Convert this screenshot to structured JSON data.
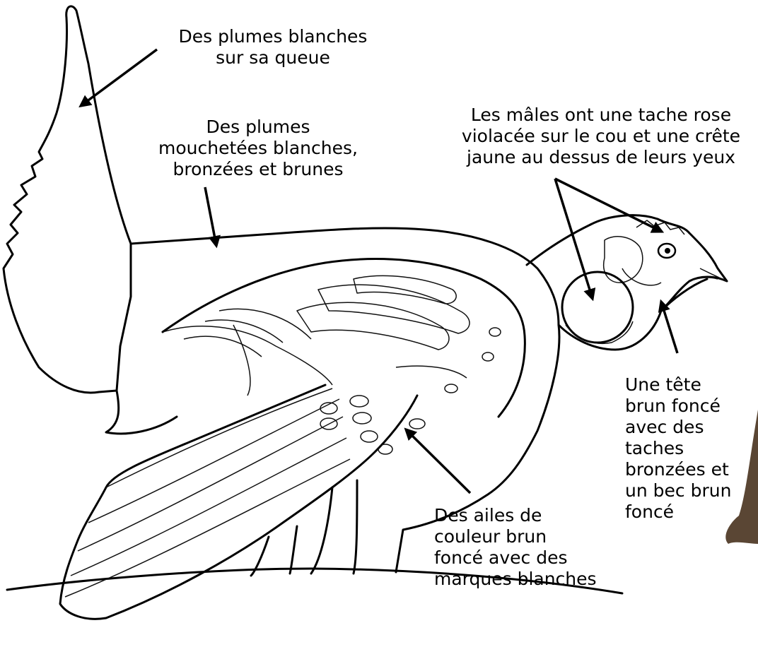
{
  "diagram": {
    "subject": "sharp-tailed-grouse-outline",
    "labels": {
      "tail": "Des plumes blanches\nsur sa queue",
      "back": "Des plumes\nmouchetées blanches,\nbronzées et brunes",
      "male": "Les mâles ont une tache rose\nviolacée sur le cou et une crête\njaune au dessus de leurs yeux",
      "head": "Une tête\nbrun foncé\navec des\ntaches\nbronzées et\nun bec brun\nfoncé",
      "wings": "Des ailes de\ncouleur brun\nfoncé avec des\nmarques blanches"
    },
    "colors": {
      "line": "#000000",
      "background": "#ffffff",
      "photo_edge": "#5a4634"
    }
  }
}
